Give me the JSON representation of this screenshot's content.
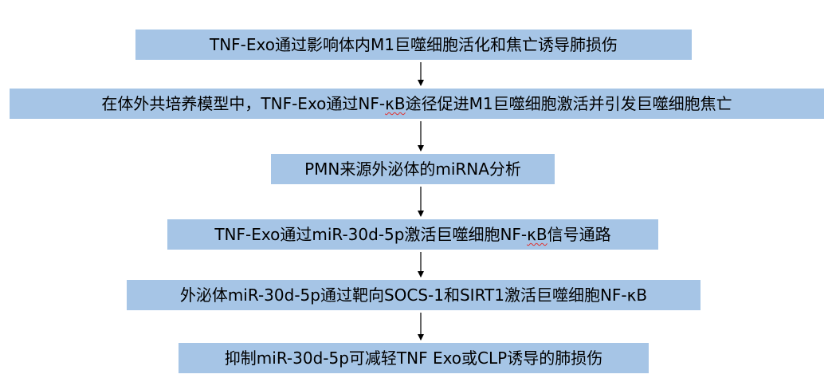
{
  "steps": [
    {
      "text": "TNF-Exo通过影响体内M1巨噬细胞活化和焦亡诱导肺损伤"
    },
    {
      "pre": "在体外共培养模型中，TNF-Exo通过NF-",
      "wavy": "κB",
      "post": "途径促进M1巨噬细胞激活并引发巨噬细胞焦亡"
    },
    {
      "text": "PMN来源外泌体的miRNA分析"
    },
    {
      "pre": "TNF-Exo通过miR-30d-5p激活巨噬细胞NF-",
      "wavy": "κB",
      "post": "信号通路"
    },
    {
      "text": "外泌体miR-30d-5p通过靶向SOCS-1和SIRT1激活巨噬细胞NF-κB"
    },
    {
      "text": "抑制miR-30d-5p可减轻TNF Exo或CLP诱导的肺损伤"
    }
  ],
  "colors": {
    "box_fill": "#a6c5e6",
    "arrow": "#000000",
    "spellcheck_underline": "#e0312f"
  }
}
